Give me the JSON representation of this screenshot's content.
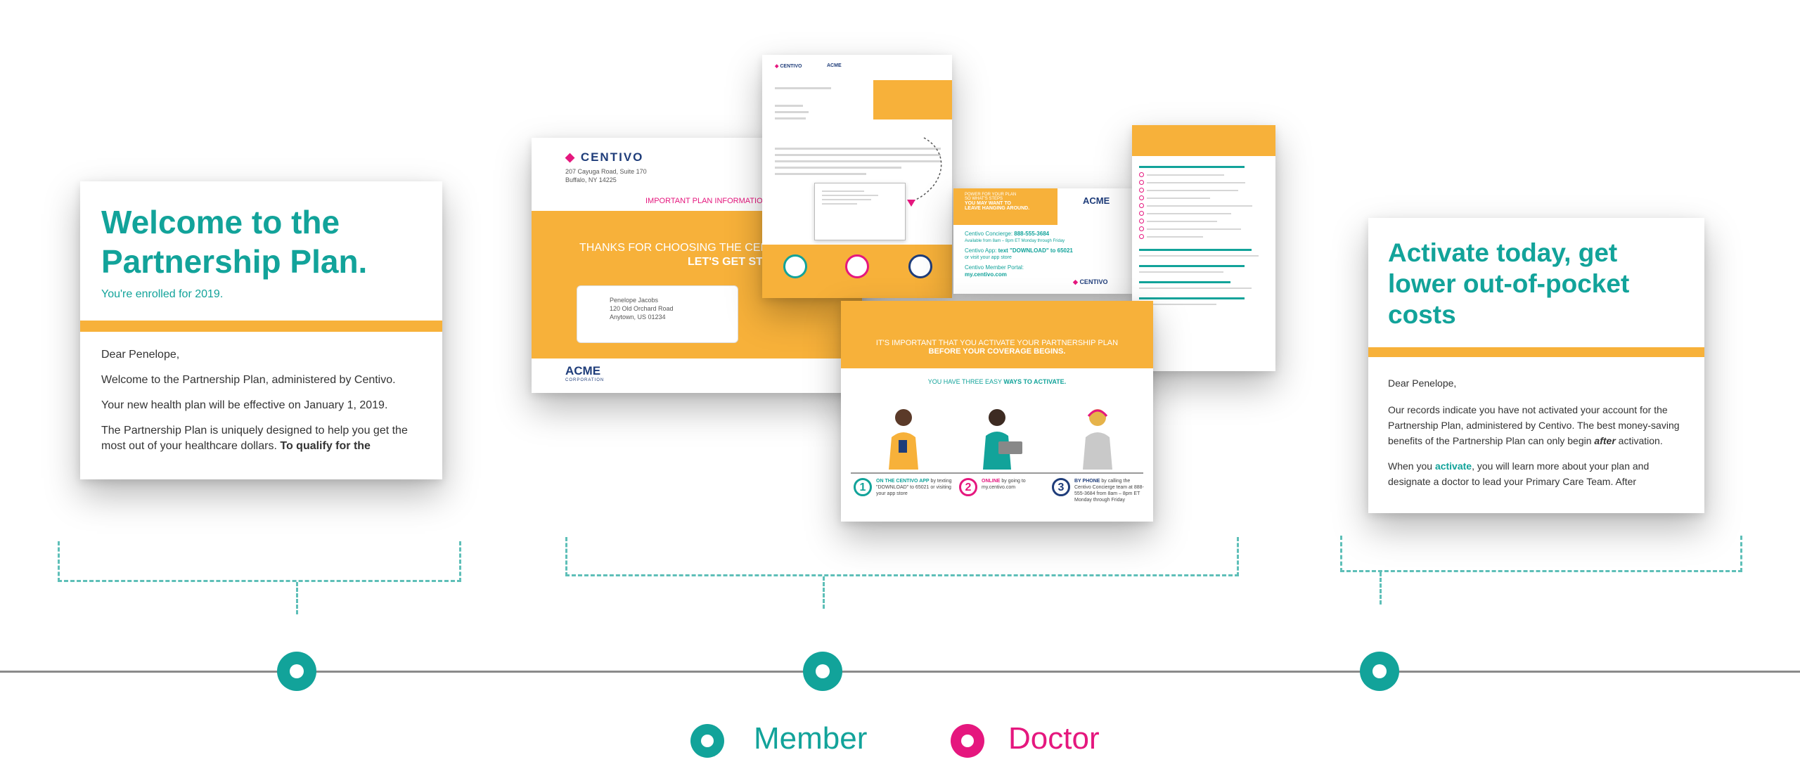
{
  "card_welcome": {
    "heading_line1": "Welcome to the",
    "heading_line2": "Partnership Plan.",
    "subheading": "You're enrolled for 2019.",
    "salutation": "Dear Penelope,",
    "para1": "Welcome to the Partnership Plan, administered by Centivo.",
    "para2": "Your new health plan will be effective on January 1, 2019.",
    "para3_start": "The Partnership Plan is uniquely designed to help you get the most out of your healthcare dollars.",
    "para3_bold": "To qualify for the"
  },
  "mailer": {
    "brand": "CENTIVO",
    "return_address_line1": "207 Cayuga Road, Suite 170",
    "return_address_line2": "Buffalo, NY 14225",
    "important_label": "IMPORTANT PLAN INFORMATION",
    "band_line1": "THANKS FOR CHOOSING THE CENTIVO",
    "band_line2": "LET'S GET STARTED",
    "recipient_name": "Penelope Jacobs",
    "recipient_street": "120 Old Orchard Road",
    "recipient_city": "Anytown, US 01234",
    "employer_logo": "ACME",
    "employer_sub": "CORPORATION"
  },
  "letter": {
    "brand": "CENTIVO",
    "employer_logo": "ACME"
  },
  "flyer_card": {
    "header_line1": "POWER FOR YOUR PLAN",
    "header_line2": "SO WHAT'S STEPS",
    "header_line3": "YOU MAY WANT TO",
    "header_line4": "LEAVE HANGING AROUND.",
    "employer_logo": "ACME",
    "concierge_label": "Centivo Concierge:",
    "concierge_phone": "888-555-3684",
    "concierge_hours": "Available from 8am – 8pm ET Monday through Friday",
    "app_label": "Centivo App:",
    "app_text": "text \"DOWNLOAD\" to 65021",
    "app_sub": "or visit your app store",
    "portal_label": "Centivo Member Portal:",
    "portal_url": "my.centivo.com",
    "brand": "CENTIVO"
  },
  "activate_flyer": {
    "band_line1": "IT'S IMPORTANT THAT YOU ACTIVATE YOUR PARTNERSHIP PLAN",
    "band_line2": "BEFORE YOUR COVERAGE BEGINS.",
    "ways_prefix": "YOU HAVE THREE EASY",
    "ways_bold": "WAYS TO ACTIVATE.",
    "step1_num": "1",
    "step1_bold": "ON THE CENTIVO APP",
    "step1_text": "by texting \"DOWNLOAD\" to 65021 or visiting your app store",
    "step2_num": "2",
    "step2_bold": "ONLINE",
    "step2_text": "by going to my.centivo.com",
    "step3_num": "3",
    "step3_bold": "BY PHONE",
    "step3_text": "by calling the Centivo Concierge team at 888-555-3684 from 8am – 8pm ET Monday through Friday"
  },
  "card_activate": {
    "heading_line1": "Activate today, get",
    "heading_line2": "lower out-of-pocket",
    "heading_line3": "costs",
    "salutation_a": "Dear",
    "salutation_b": "Penelope,",
    "para1": "Our records indicate you have not activated your account for the Partnership Plan, administered by Centivo. The best money-saving benefits of the Partnership Plan can only begin",
    "para1_bold": "after",
    "para1_end": "activation.",
    "para2_start": "When you",
    "para2_link": "activate",
    "para2_end": ", you will learn more about your plan and designate a doctor to lead your Primary Care Team. After"
  },
  "legend": {
    "member_label": "Member",
    "doctor_label": "Doctor",
    "member_color": "#12a39a",
    "doctor_color": "#e5177e"
  },
  "colors": {
    "teal": "#12a39a",
    "orange": "#f7b13a",
    "magenta": "#e5177e",
    "navy": "#1f3d7a"
  }
}
